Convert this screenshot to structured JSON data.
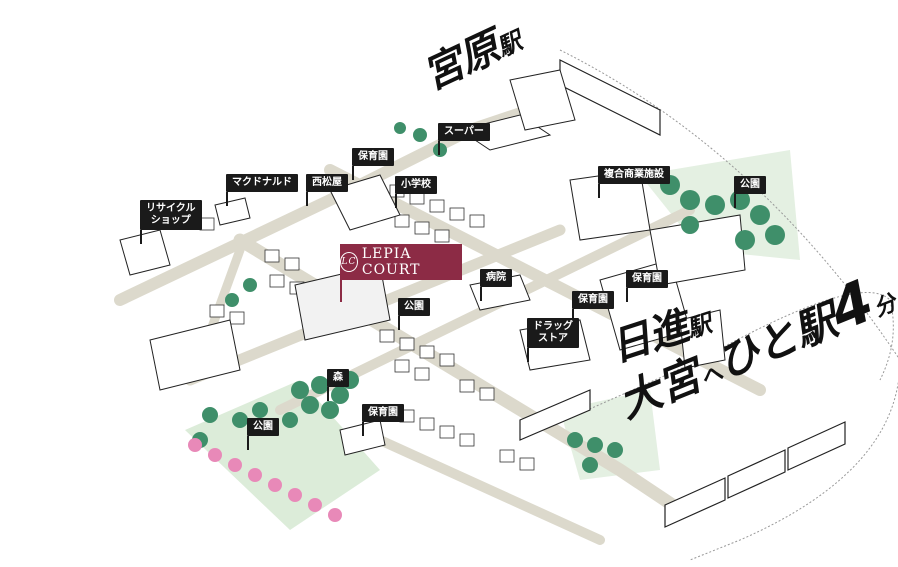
{
  "stations": {
    "miyahara": {
      "name": "宮原",
      "suffix": "駅"
    },
    "nisshin": {
      "name": "日進",
      "suffix": "駅"
    }
  },
  "tagline": {
    "part1": "大宮",
    "part2": "へ",
    "part3": "ひと駅",
    "part4": "4",
    "part5": "分"
  },
  "brand": {
    "name": "LEPIA COURT",
    "color": "#8c2b45"
  },
  "labels": {
    "supermarket": "スーパー",
    "nursery_north": "保育園",
    "mcdonalds": "マクドナルド",
    "nishimatsuya": "西松屋",
    "elementary": "小学校",
    "recycle_1": "リサイクル",
    "recycle_2": "ショップ",
    "commercial": "複合商業施設",
    "park_east": "公園",
    "hospital": "病院",
    "nursery_east1": "保育園",
    "nursery_east2": "保育園",
    "park_center": "公園",
    "drug_1": "ドラッグ",
    "drug_2": "ストア",
    "forest": "森",
    "nursery_south": "保育園",
    "park_south": "公園"
  },
  "colors": {
    "road": "#d9d6c8",
    "tree": "#3f8f6a",
    "tree_light": "#7fbf9a",
    "cherry": "#e889b8",
    "park": "#d8ead6"
  }
}
